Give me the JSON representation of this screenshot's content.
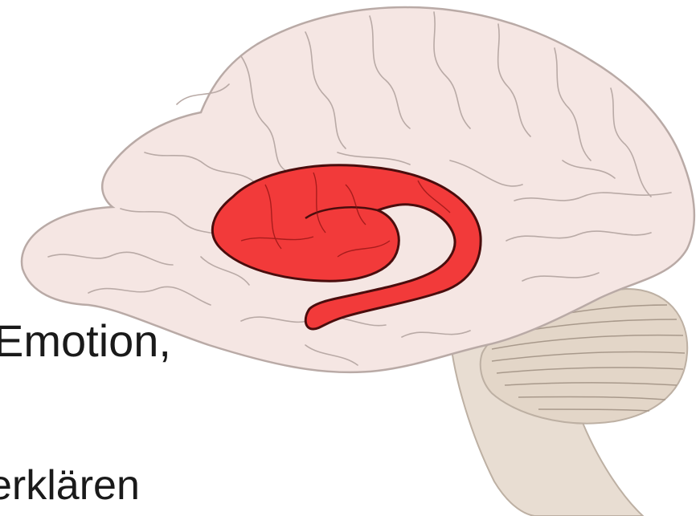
{
  "slide": {
    "line_1": "Emotion,",
    "line_2": "erklären"
  },
  "figure": {
    "subject": "brain-lateral-view",
    "highlighted_structure": "limbic region (C-shaped)",
    "colors": {
      "cortex_fill": "#f5e6e3",
      "cortex_stroke": "#b9aaa6",
      "highlight_fill": "#f23a3a",
      "highlight_stroke": "#4a0d0d",
      "cerebellum_fill": "#e3d6c8",
      "brainstem_fill": "#e8ddd2"
    }
  }
}
